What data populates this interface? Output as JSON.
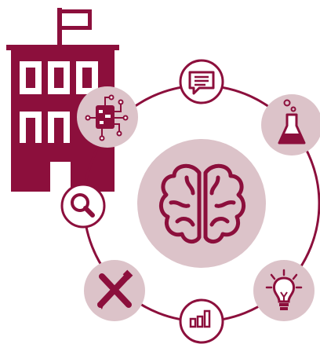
{
  "colors": {
    "primary": "#8c0f3c",
    "light": "#dcc3c9",
    "white": "#ffffff"
  },
  "diagram": {
    "center": {
      "icon": "brain-icon"
    },
    "building": {
      "icon": "school-building-icon"
    },
    "nodes": [
      {
        "id": "chat",
        "icon": "chat-bubble-icon",
        "style": "outline"
      },
      {
        "id": "science",
        "icon": "flask-icon",
        "style": "filled"
      },
      {
        "id": "idea",
        "icon": "lightbulb-icon",
        "style": "filled"
      },
      {
        "id": "data",
        "icon": "bar-chart-icon",
        "style": "outline"
      },
      {
        "id": "creative",
        "icon": "pencil-crossed-icon",
        "style": "filled"
      },
      {
        "id": "search",
        "icon": "magnifier-icon",
        "style": "outline"
      },
      {
        "id": "tech",
        "icon": "circuit-chip-icon",
        "style": "filled"
      }
    ]
  }
}
